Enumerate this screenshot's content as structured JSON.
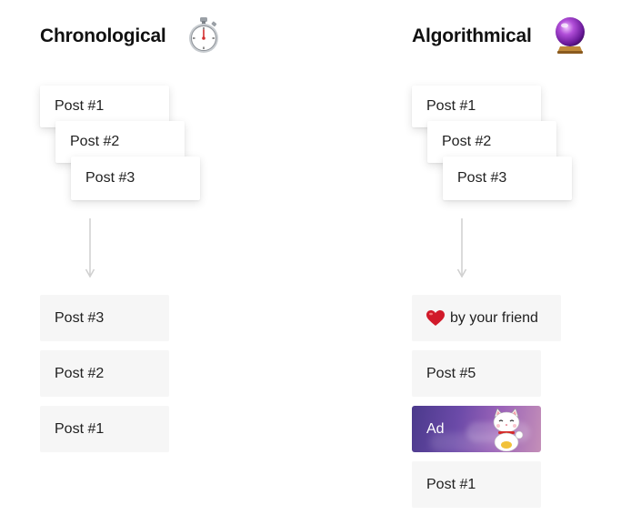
{
  "columns": [
    {
      "title": "Chronological",
      "icon": "stopwatch-icon",
      "stack": [
        "Post #1",
        "Post #2",
        "Post #3"
      ],
      "result": [
        "Post #3",
        "Post #2",
        "Post #1"
      ]
    },
    {
      "title": "Algorithmical",
      "icon": "crystal-ball-icon",
      "stack": [
        "Post #1",
        "Post #2",
        "Post #3"
      ],
      "result": [
        {
          "kind": "friend",
          "icon": "heart-icon",
          "label": "by your friend"
        },
        {
          "kind": "post",
          "label": "Post #5"
        },
        {
          "kind": "ad",
          "icon": "lucky-cat-icon",
          "label": "Ad"
        },
        {
          "kind": "post",
          "label": "Post #1"
        }
      ]
    }
  ],
  "colors": {
    "card_flat": "#f6f6f6",
    "ad_gradient_start": "#4b3a8c",
    "ad_gradient_end": "#c48fb8",
    "arrow": "#cfcfcf",
    "heart": "#d11a2a"
  }
}
